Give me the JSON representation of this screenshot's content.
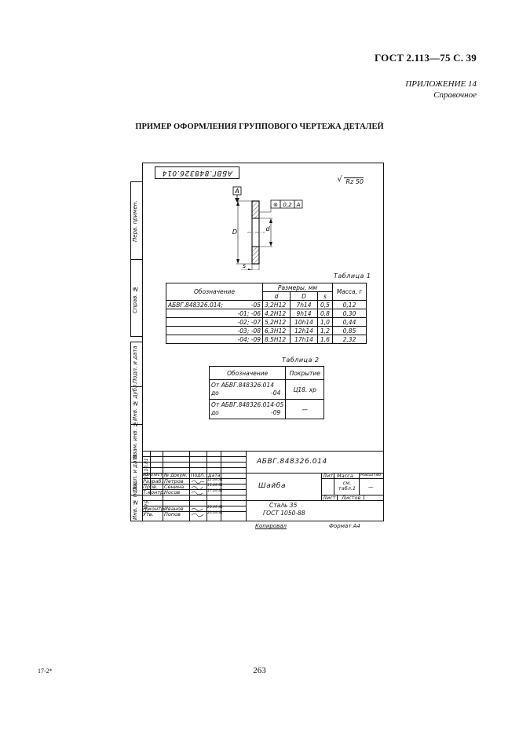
{
  "page": {
    "header": "ГОСТ 2.113—75 С. 39",
    "appendix": "ПРИЛОЖЕНИЕ 14",
    "appendix_note": "Справочное",
    "title": "ПРИМЕР ОФОРМЛЕНИЯ ГРУППОВОГО ЧЕРТЕЖА ДЕТАЛЕЙ",
    "page_number": "263",
    "footer_left": "17-2*"
  },
  "drawing": {
    "code_top": "АБВГ.848326.014",
    "roughness": "Rz 50",
    "datum": "A",
    "tolerance_symbol": "⊚",
    "tolerance_value": "0,2",
    "tolerance_datum": "A",
    "dim_D": "D",
    "dim_d": "d",
    "dim_s": "s",
    "sidebar": {
      "perv_primen": "Перв. примен.",
      "sprav_no": "Справ. №",
      "podp_data_1": "Подп. и дата",
      "inv_dubl": "Инв. № дубл.",
      "vzam_inv": "Взам. инв. №",
      "podp_data_2": "Подп. и дата",
      "podp_date_value": "10.10.81",
      "inv_podl": "Инв. № подл.",
      "inv_value": "3375"
    },
    "table1": {
      "caption": "Таблица 1",
      "col_designation": "Обозначение",
      "col_sizes": "Размеры, мм",
      "col_d": "d",
      "col_D": "D",
      "col_s": "s",
      "col_mass": "Масса, г",
      "rows": [
        {
          "designation": "АБВГ.848326.014;",
          "variant": "-05",
          "d": "3,2H12",
          "D": "7h14",
          "s": "0,5",
          "mass": "0,12"
        },
        {
          "designation": "",
          "variant": "-01; -06",
          "d": "4,2H12",
          "D": "9h14",
          "s": "0,8",
          "mass": "0,30"
        },
        {
          "designation": "",
          "variant": "-02; -07",
          "d": "5,2H12",
          "D": "10h14",
          "s": "1,0",
          "mass": "0,44"
        },
        {
          "designation": "",
          "variant": "-03; -08",
          "d": "6,3H12",
          "D": "12h14",
          "s": "1,2",
          "mass": "0,85"
        },
        {
          "designation": "",
          "variant": "-04; -09",
          "d": "8,5H12",
          "D": "17h14",
          "s": "1,6",
          "mass": "2,32"
        }
      ]
    },
    "table2": {
      "caption": "Таблица 2",
      "col_designation": "Обозначение",
      "col_coating": "Покрытие",
      "rows": [
        {
          "line1": "От АБВГ.848326.014",
          "line2": "до",
          "line2_val": "-04",
          "coating": "Ц18. хр"
        },
        {
          "line1": "От АБВГ.848326.014-05",
          "line2": "до",
          "line2_val": "-09",
          "coating": "—"
        }
      ]
    },
    "title_block": {
      "code": "АБВГ.848326.014",
      "name": "Шайба",
      "material_1": "Сталь 35",
      "material_2": "ГОСТ 1050-88",
      "lit": "Лит.",
      "massa": "Масса",
      "masshtab": "Масштаб",
      "mass_value": "см. табл.1",
      "scale_value": "—",
      "list": "Лист",
      "listov": "Листов 1",
      "hdr_izm": "Изм.",
      "hdr_list": "Лист",
      "hdr_doc": "№ докум.",
      "hdr_podp": "Подп.",
      "hdr_data": "Дата",
      "roles": [
        {
          "role": "Разраб.",
          "name": "Петров",
          "date": "12.09.81"
        },
        {
          "role": "Пров.",
          "name": "Сенина",
          "date": "13.09.81"
        },
        {
          "role": "Т.контр.",
          "name": "Носов",
          "date": "17.09.81"
        },
        {
          "role": "Н.контр.",
          "name": "Иванов",
          "date": "20.09.81"
        },
        {
          "role": "Утв.",
          "name": "Попов",
          "date": "26.09.81"
        }
      ],
      "copied": "Копировал",
      "format": "Формат А4"
    }
  }
}
